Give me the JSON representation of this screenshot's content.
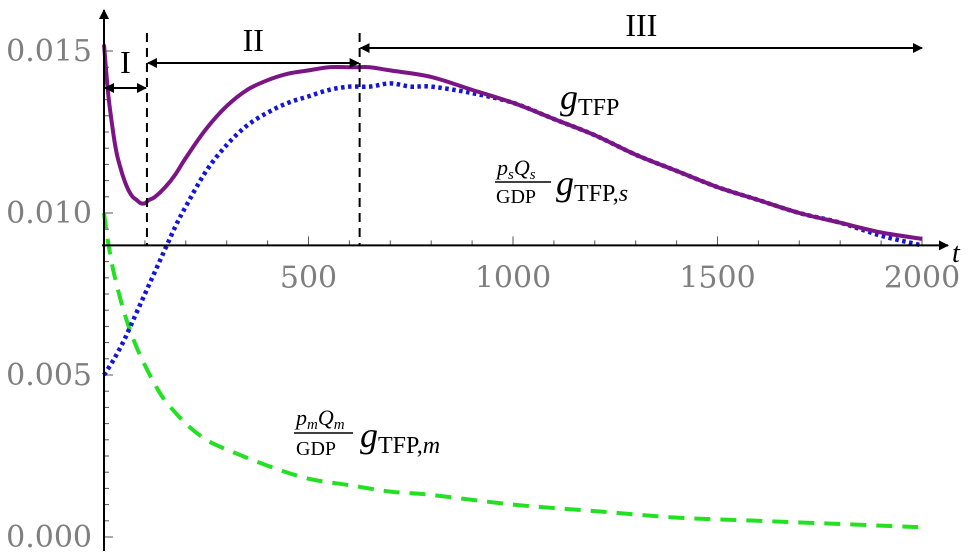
{
  "chart_data": {
    "type": "line",
    "xlim": [
      0,
      2000
    ],
    "ylim": [
      0.0,
      0.015
    ],
    "x_axis_label": "t",
    "x_ticks": [
      {
        "value": 500,
        "label": "500"
      },
      {
        "value": 1000,
        "label": "1000"
      },
      {
        "value": 1500,
        "label": "1500"
      },
      {
        "value": 2000,
        "label": "2000"
      }
    ],
    "y_ticks": [
      {
        "value": 0.0,
        "label": "0.000"
      },
      {
        "value": 0.005,
        "label": "0.005"
      },
      {
        "value": 0.01,
        "label": "0.010"
      },
      {
        "value": 0.015,
        "label": "0.015"
      }
    ],
    "x_axis_crosses_y": 0.009,
    "series": [
      {
        "key": "g_tfp",
        "color": "#7b1585",
        "style": "solid",
        "x": [
          0,
          10,
          20,
          30,
          40,
          50,
          60,
          70,
          80,
          90,
          100,
          110,
          125,
          150,
          175,
          200,
          250,
          300,
          350,
          400,
          450,
          500,
          550,
          600,
          620,
          650,
          700,
          800,
          900,
          1000,
          1100,
          1200,
          1300,
          1400,
          1500,
          1600,
          1700,
          1800,
          1900,
          2000
        ],
        "y": [
          0.0152,
          0.0137,
          0.0127,
          0.0119,
          0.0114,
          0.011,
          0.0107,
          0.0105,
          0.0104,
          0.0103,
          0.0103,
          0.0104,
          0.0105,
          0.0108,
          0.0112,
          0.0117,
          0.0126,
          0.0133,
          0.0138,
          0.0141,
          0.0143,
          0.0144,
          0.0145,
          0.0145,
          0.0145,
          0.0145,
          0.0144,
          0.0142,
          0.0138,
          0.0134,
          0.0129,
          0.0124,
          0.0118,
          0.0113,
          0.0108,
          0.0104,
          0.01,
          0.0097,
          0.0094,
          0.0092
        ]
      },
      {
        "key": "g_tfp_s",
        "color": "#1515d6",
        "style": "dotted",
        "x": [
          0,
          25,
          50,
          75,
          100,
          125,
          150,
          175,
          200,
          250,
          300,
          350,
          400,
          450,
          500,
          550,
          600,
          650,
          700,
          750,
          800,
          900,
          1000,
          1100,
          1200,
          1300,
          1400,
          1500,
          1600,
          1700,
          1800,
          1900,
          2000
        ],
        "y": [
          0.005,
          0.0055,
          0.0061,
          0.0068,
          0.0075,
          0.0082,
          0.0089,
          0.0096,
          0.0102,
          0.0113,
          0.0121,
          0.0127,
          0.0131,
          0.0134,
          0.0136,
          0.0138,
          0.0139,
          0.0139,
          0.014,
          0.0139,
          0.0139,
          0.0137,
          0.0134,
          0.0129,
          0.0124,
          0.0118,
          0.0113,
          0.0108,
          0.0104,
          0.01,
          0.0097,
          0.0093,
          0.009
        ]
      },
      {
        "key": "g_tfp_m",
        "color": "#23e023",
        "style": "dashed",
        "x": [
          0,
          10,
          25,
          50,
          75,
          100,
          125,
          150,
          200,
          250,
          300,
          400,
          500,
          600,
          700,
          800,
          1000,
          1200,
          1400,
          1600,
          1800,
          2000
        ],
        "y": [
          0.01,
          0.0091,
          0.0081,
          0.0069,
          0.006,
          0.0053,
          0.0047,
          0.0042,
          0.0035,
          0.003,
          0.0027,
          0.0022,
          0.0018,
          0.0016,
          0.0014,
          0.0013,
          0.001,
          0.0008,
          0.0006,
          0.0005,
          0.0004,
          0.0003
        ]
      }
    ],
    "phase_boundaries": [
      105,
      625
    ],
    "phases": [
      {
        "label": "I",
        "start": 0,
        "end": 105
      },
      {
        "label": "II",
        "start": 105,
        "end": 625
      },
      {
        "label": "III",
        "start": 625,
        "end": 2000
      }
    ],
    "annotations": {
      "g_tfp": {
        "base": "g",
        "sub": "TFP"
      },
      "g_tfp_s": {
        "num_p": "p",
        "num_p_sub": "s",
        "num_q": "Q",
        "num_q_sub": "s",
        "den": "GDP",
        "base": "g",
        "sub": "TFP,",
        "sub_it": "s"
      },
      "g_tfp_m": {
        "num_p": "p",
        "num_p_sub": "m",
        "num_q": "Q",
        "num_q_sub": "m",
        "den": "GDP",
        "base": "g",
        "sub": "TFP,",
        "sub_it": "m"
      }
    }
  }
}
